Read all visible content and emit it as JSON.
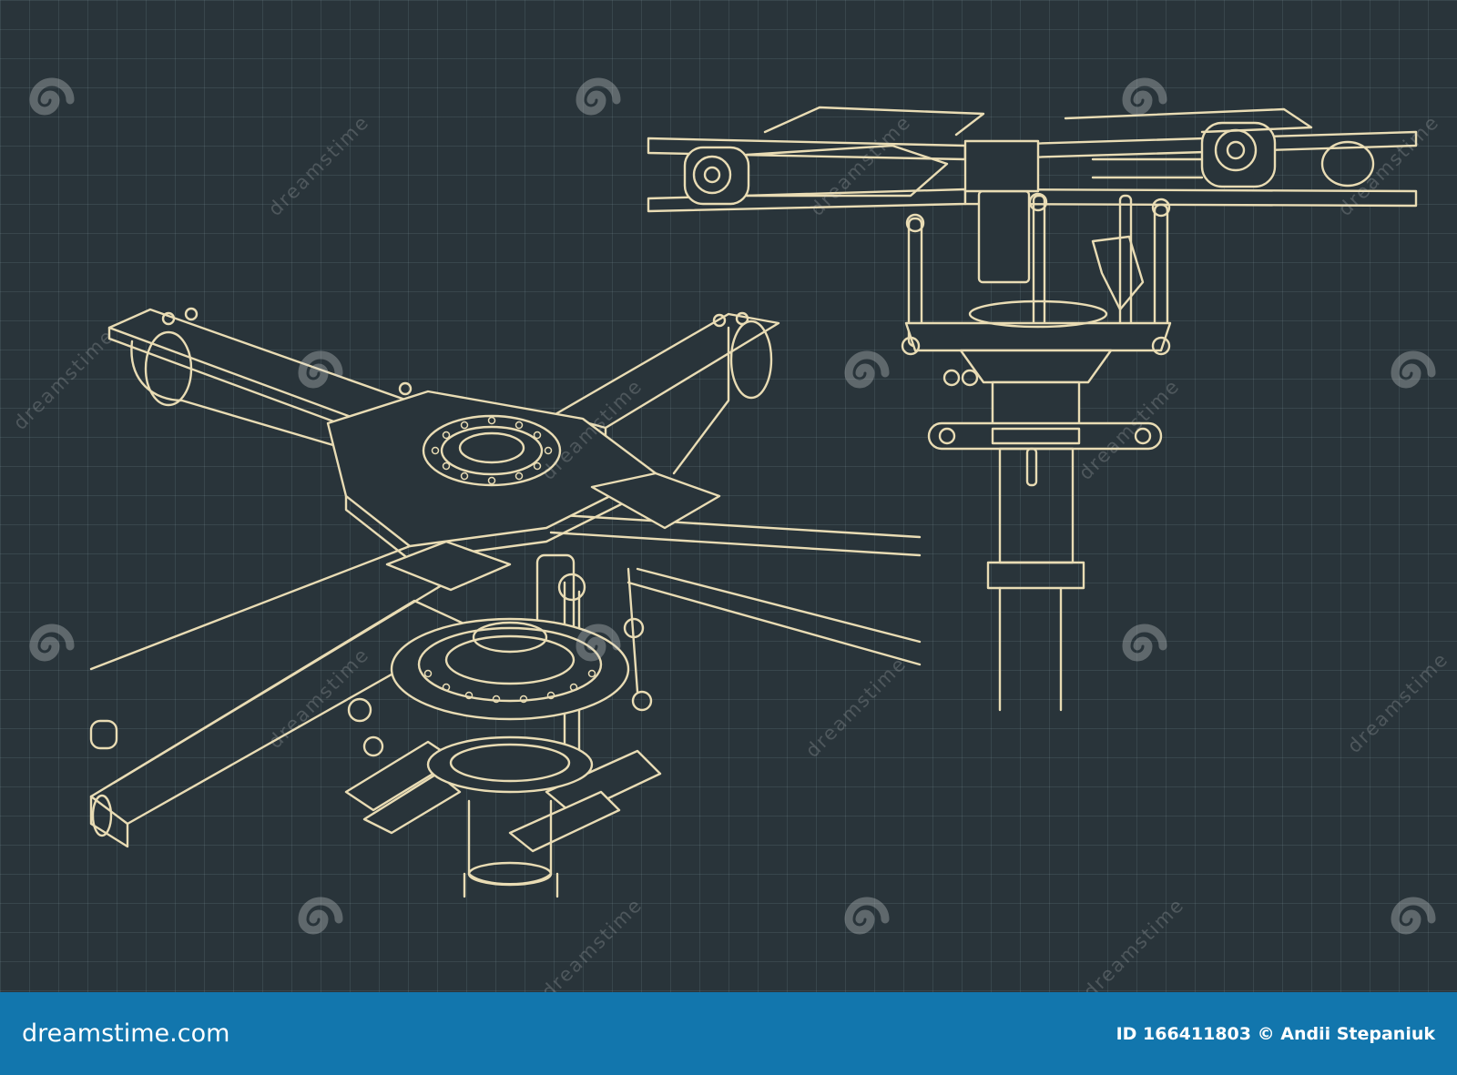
{
  "watermark": {
    "text": "dreamstime",
    "icon": "spiral-logo-icon"
  },
  "footer": {
    "brand": "dreamstime.com",
    "image_id": "ID 166411803",
    "copyright": "©",
    "author": "Andii Stepaniuk"
  },
  "colors": {
    "background": "#29343a",
    "line": "#e9dcb4",
    "footer": "#1276ad"
  }
}
